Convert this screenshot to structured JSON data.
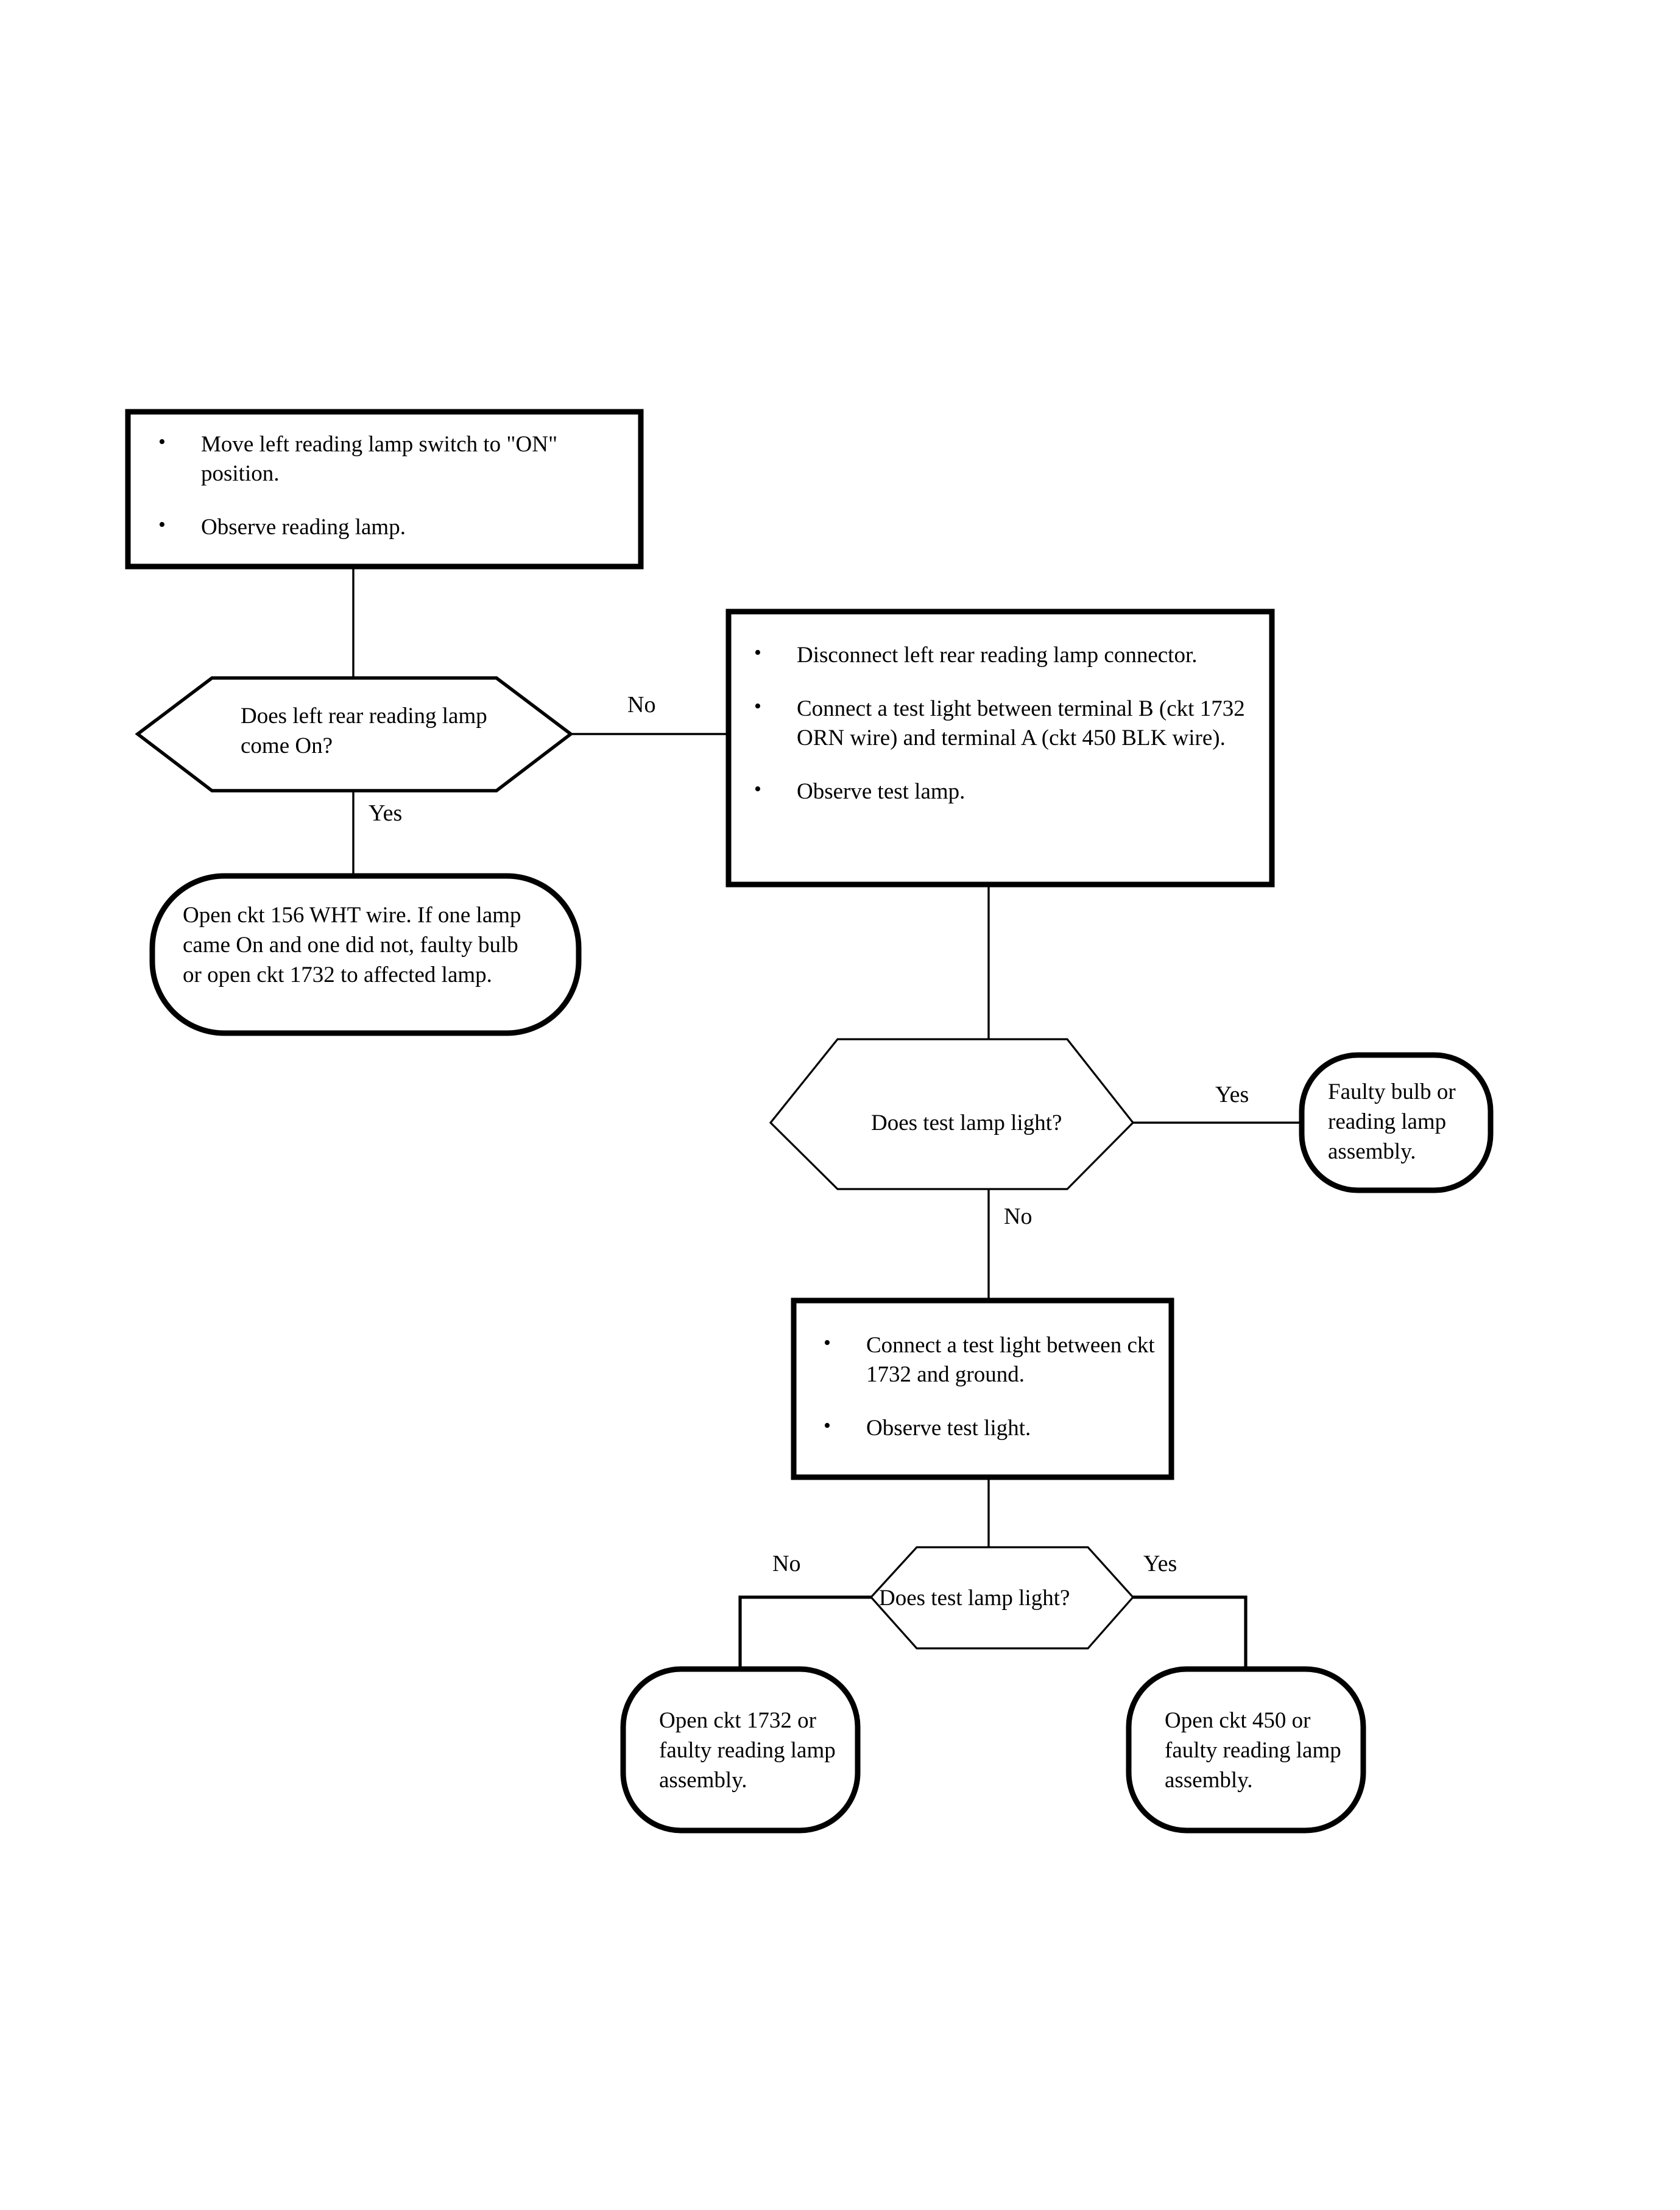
{
  "diagram": {
    "title": "Left rear reading lamp diagnostic flowchart",
    "type": "flowchart",
    "background_color": "#ffffff",
    "line_color": "#000000",
    "text_color": "#000000"
  },
  "nodes": {
    "step1": {
      "shape": "process",
      "bullets": [
        "Move left reading lamp switch to \"ON\" position.",
        "Observe reading lamp."
      ]
    },
    "decision1": {
      "shape": "decision",
      "text": "Does left rear reading\nlamp come On?"
    },
    "terminator1": {
      "shape": "terminator",
      "text": "Open ckt 156 WHT wire. If\none lamp came On and one did\nnot, faulty bulb or open ckt\n1732 to affected lamp."
    },
    "step2": {
      "shape": "process",
      "bullets": [
        "Disconnect left rear reading lamp connector.",
        "Connect a test light between terminal B (ckt 1732 ORN wire) and terminal A (ckt 450 BLK wire).",
        "Observe test lamp."
      ]
    },
    "decision2": {
      "shape": "decision",
      "text": "Does test lamp light?"
    },
    "terminator2": {
      "shape": "terminator",
      "text": "Faulty bulb or\nreading lamp\nassembly."
    },
    "step3": {
      "shape": "process",
      "bullets": [
        "Connect a test light between ckt 1732 and ground.",
        "Observe test light."
      ]
    },
    "decision3": {
      "shape": "decision",
      "text": "Does test lamp light?"
    },
    "terminator3": {
      "shape": "terminator",
      "text": "Open ckt 1732\nor faulty reading\nlamp assembly."
    },
    "terminator4": {
      "shape": "terminator",
      "text": "Open ckt 450\nor faulty reading\nlamp assembly."
    }
  },
  "edge_labels": {
    "d1_no": "No",
    "d1_yes": "Yes",
    "d2_yes": "Yes",
    "d2_no": "No",
    "d3_no": "No",
    "d3_yes": "Yes"
  }
}
